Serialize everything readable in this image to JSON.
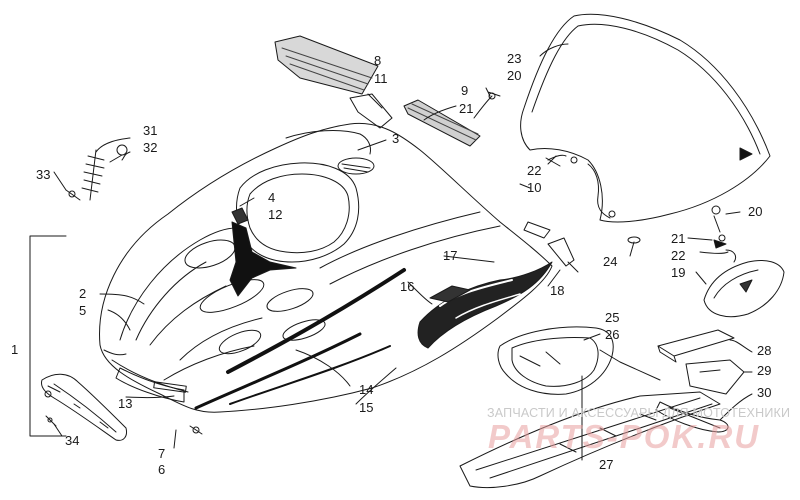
{
  "callouts": [
    {
      "id": "1",
      "text": "1"
    },
    {
      "id": "2",
      "text": "2"
    },
    {
      "id": "3",
      "text": "3"
    },
    {
      "id": "4",
      "text": "4"
    },
    {
      "id": "5",
      "text": "5"
    },
    {
      "id": "6",
      "text": "6"
    },
    {
      "id": "7",
      "text": "7"
    },
    {
      "id": "8",
      "text": "8"
    },
    {
      "id": "9",
      "text": "9"
    },
    {
      "id": "10",
      "text": "10"
    },
    {
      "id": "11",
      "text": "11"
    },
    {
      "id": "12",
      "text": "12"
    },
    {
      "id": "13",
      "text": "13"
    },
    {
      "id": "14",
      "text": "14"
    },
    {
      "id": "15",
      "text": "15"
    },
    {
      "id": "16",
      "text": "16"
    },
    {
      "id": "17",
      "text": "17"
    },
    {
      "id": "18",
      "text": "18"
    },
    {
      "id": "19",
      "text": "19"
    },
    {
      "id": "20a",
      "text": "20"
    },
    {
      "id": "20b",
      "text": "20"
    },
    {
      "id": "21a",
      "text": "21"
    },
    {
      "id": "21b",
      "text": "21"
    },
    {
      "id": "22a",
      "text": "22"
    },
    {
      "id": "22b",
      "text": "22"
    },
    {
      "id": "23",
      "text": "23"
    },
    {
      "id": "24",
      "text": "24"
    },
    {
      "id": "25",
      "text": "25"
    },
    {
      "id": "26",
      "text": "26"
    },
    {
      "id": "27",
      "text": "27"
    },
    {
      "id": "28",
      "text": "28"
    },
    {
      "id": "29",
      "text": "29"
    },
    {
      "id": "30",
      "text": "30"
    },
    {
      "id": "31",
      "text": "31"
    },
    {
      "id": "32",
      "text": "32"
    },
    {
      "id": "33",
      "text": "33"
    },
    {
      "id": "34",
      "text": "34"
    }
  ],
  "watermark": {
    "caption": "ЗАПЧАСТИ И АКСЕССУАРЫ ДЛЯ МОТОТЕХНИКИ",
    "brand": "PARTS-POK.RU",
    "brand_color": "#e8a0a0"
  },
  "colors": {
    "line": "#1a1a1a",
    "background": "#ffffff",
    "decal_dark": "#111111"
  }
}
